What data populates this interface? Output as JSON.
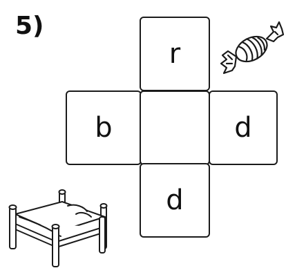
{
  "exercise": {
    "number": "5)",
    "cells": {
      "top": "r",
      "left": "b",
      "center": "",
      "right": "d",
      "bottom": "d"
    }
  },
  "icons": {
    "candy": "candy-icon",
    "bed": "bed-icon"
  }
}
